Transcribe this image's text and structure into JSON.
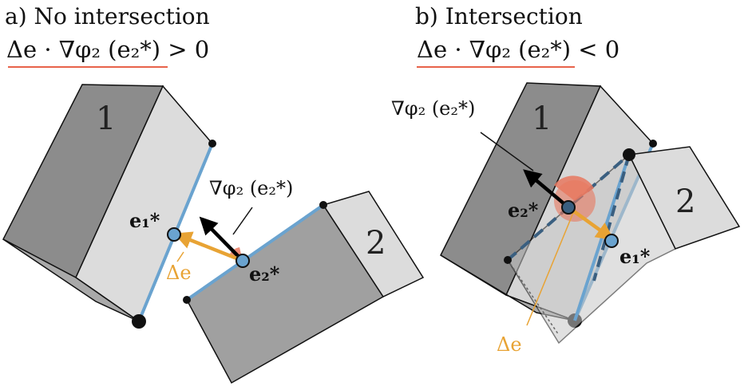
{
  "panel_a": {
    "title": "a) No intersection",
    "condition": "Δe · ∇φ₂ (e₂*) > 0",
    "body1_label": "1",
    "body2_label": "2",
    "grad_label": "∇φ₂ (e₂*)",
    "e1_label": "e₁*",
    "e2_label": "e₂*",
    "delta_label": "Δe"
  },
  "panel_b": {
    "title": "b) Intersection",
    "condition": "Δe · ∇φ₂ (e₂*) < 0",
    "body1_label": "1",
    "body2_label": "2",
    "grad_label": "∇φ₂ (e₂*)",
    "e1_label": "e₁*",
    "e2_label": "e₂*",
    "delta_label": "Δe"
  },
  "colors": {
    "dark_face": "#8c8c8c",
    "mid_face": "#a9a9a9",
    "light_face": "#dcdcdc",
    "edge_blue": "#6aa3cf",
    "delta_orange": "#e8a334",
    "underline_red": "#e8634a",
    "cone_red": "#e8785f"
  }
}
